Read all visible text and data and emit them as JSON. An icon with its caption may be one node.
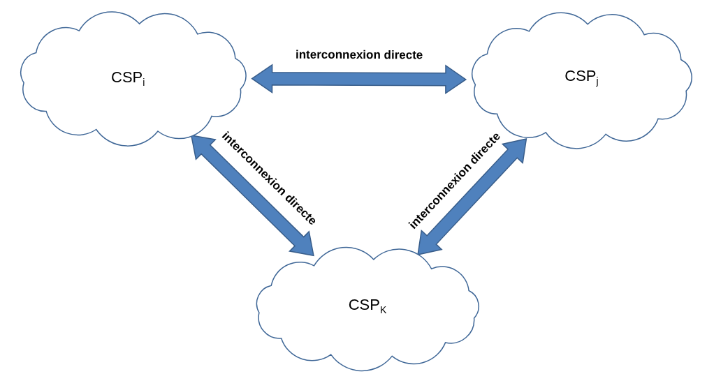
{
  "diagram": {
    "nodes": [
      {
        "text": [
          "CSP$_{i}$"
        ]
      },
      {
        "text": [
          "CSP$_{j}$"
        ]
      },
      {
        "text": [
          "CSP$_{K}$"
        ]
      }
    ],
    "edges": [
      {
        "from": 0,
        "to": 1,
        "arrow": "both",
        "label": "interconnexion directe",
        "style": "thick"
      },
      {
        "from": 0,
        "to": 2,
        "arrow": "both",
        "label": "interconnexion directe",
        "style": "thick"
      },
      {
        "from": 1,
        "to": 2,
        "arrow": "both",
        "label": "interconnexion directe",
        "style": "thick"
      }
    ]
  }
}
